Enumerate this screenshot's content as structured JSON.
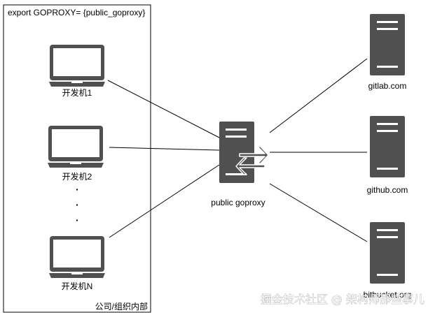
{
  "boundary": {
    "env_command": "export GOPROXY= {public_goproxy}",
    "label": "公司/组织内部"
  },
  "dev_machines": [
    {
      "label": "开发机1"
    },
    {
      "label": "开发机2"
    },
    {
      "label": "开发机N"
    }
  ],
  "ellipsis": [
    "·",
    "·",
    "·"
  ],
  "proxy": {
    "label": "public goproxy"
  },
  "servers": [
    {
      "label": "gitlab.com"
    },
    {
      "label": "github.com"
    },
    {
      "label": "bitbucket.org"
    }
  ],
  "watermark": "掘金技术社区 @ 架构师那些事儿",
  "colors": {
    "icon_fill": "#505050",
    "line": "#000000",
    "boundary": "#000000"
  }
}
